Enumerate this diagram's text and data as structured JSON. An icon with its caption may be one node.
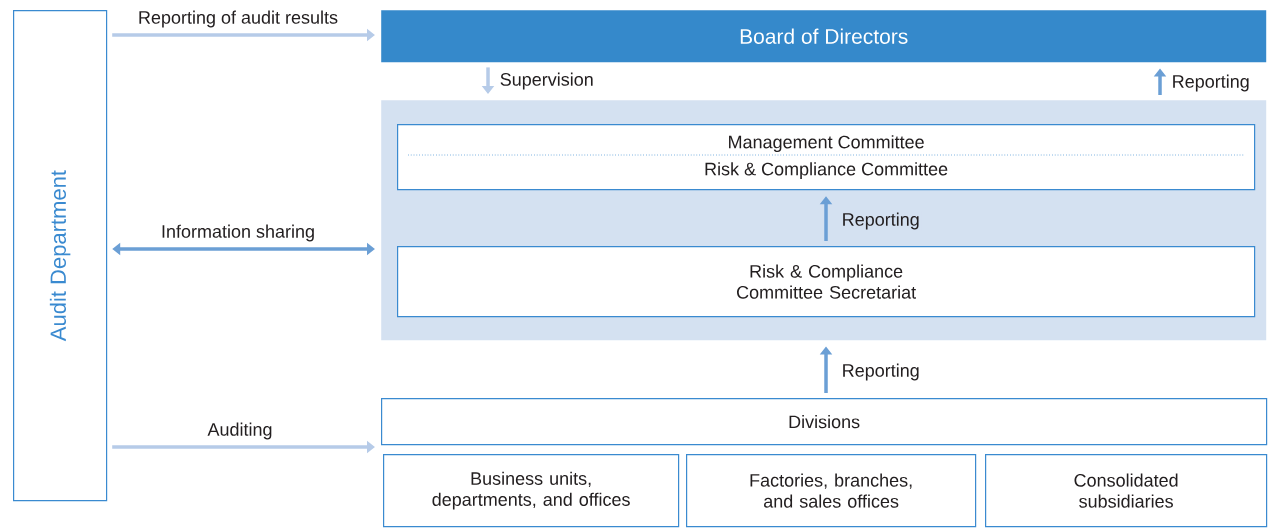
{
  "diagram": {
    "nodes": [
      {
        "text": [
          "Audit Department"
        ]
      },
      {
        "text": [
          "Board of Directors"
        ]
      },
      {
        "text": [],
        "shape": "box"
      },
      {
        "text": [
          "Management Committee",
          "Risk & Compliance Committee"
        ],
        "in": 2
      },
      {
        "text": [
          "Risk & Compliance Committee Secretariat"
        ],
        "in": 2
      },
      {
        "text": [
          "Divisions"
        ]
      },
      {
        "text": [
          "Business units, departments, and offices"
        ]
      },
      {
        "text": [
          "Factories, branches, and sales offices"
        ]
      },
      {
        "text": [
          "Consolidated subsidiaries"
        ]
      }
    ],
    "edges": [
      {
        "from": 0,
        "to": 1,
        "arrow": "to",
        "label": "Reporting of audit results",
        "color": "#b6cbe8"
      },
      {
        "from": 1,
        "to": 2,
        "arrow": "to",
        "label": "Supervision",
        "color": "#b6cbe8"
      },
      {
        "from": 2,
        "to": 1,
        "arrow": "to",
        "label": "Reporting"
      },
      {
        "from": 4,
        "to": 3,
        "arrow": "to",
        "label": "Reporting"
      },
      {
        "from": 0,
        "to": 2,
        "arrow": "both",
        "label": "Information sharing"
      },
      {
        "from": 5,
        "to": 2,
        "arrow": "to",
        "label": "Reporting"
      },
      {
        "from": 0,
        "to": 5,
        "arrow": "to",
        "label": "Auditing",
        "color": "#b6cbe8"
      }
    ]
  }
}
